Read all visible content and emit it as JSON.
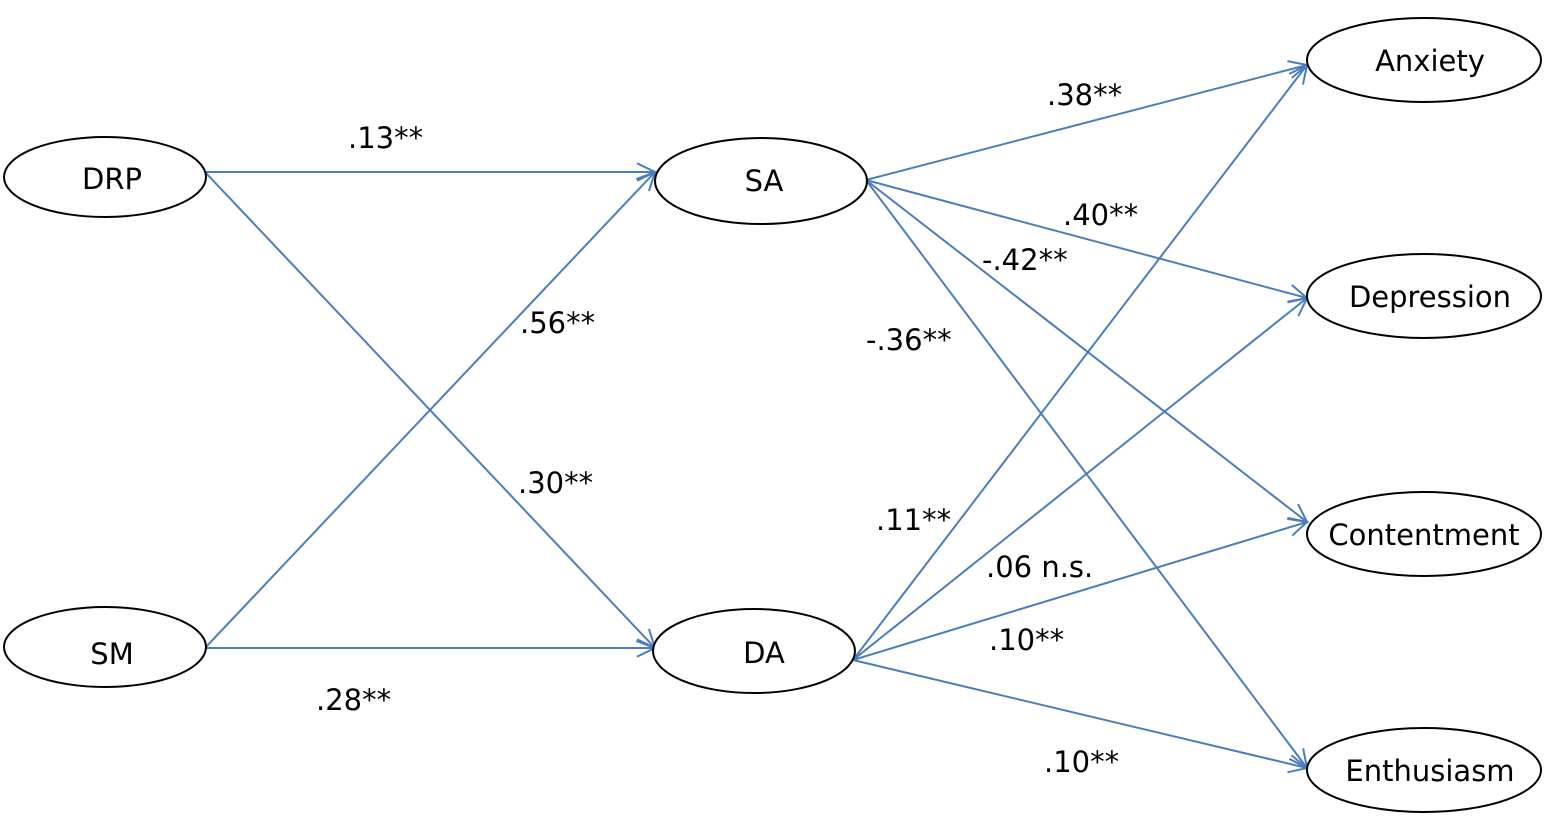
{
  "nodes": {
    "drp": {
      "label": "DRP"
    },
    "sm": {
      "label": "SM"
    },
    "sa": {
      "label": "SA"
    },
    "da": {
      "label": "DA"
    },
    "anxiety": {
      "label": "Anxiety"
    },
    "depression": {
      "label": "Depression"
    },
    "contentment": {
      "label": "Contentment"
    },
    "enthusiasm": {
      "label": "Enthusiasm"
    }
  },
  "edges": {
    "drp_sa": {
      "from": "DRP",
      "to": "SA",
      "coefficient": ".13**"
    },
    "sm_sa": {
      "from": "SM",
      "to": "SA",
      "coefficient": ".56**"
    },
    "drp_da": {
      "from": "DRP",
      "to": "DA",
      "coefficient": ".30**"
    },
    "sm_da": {
      "from": "SM",
      "to": "DA",
      "coefficient": ".28**"
    },
    "sa_anxiety": {
      "from": "SA",
      "to": "Anxiety",
      "coefficient": ".38**"
    },
    "sa_depression": {
      "from": "SA",
      "to": "Depression",
      "coefficient": ".40**"
    },
    "sa_contentment": {
      "from": "SA",
      "to": "Contentment",
      "coefficient": "-.42**"
    },
    "sa_enthusiasm": {
      "from": "SA",
      "to": "Enthusiasm",
      "coefficient": "-.36**"
    },
    "da_anxiety": {
      "from": "DA",
      "to": "Anxiety",
      "coefficient": ".11**"
    },
    "da_depression": {
      "from": "DA",
      "to": "Depression",
      "coefficient": ".06 n.s."
    },
    "da_contentment": {
      "from": "DA",
      "to": "Contentment",
      "coefficient": ".10**"
    },
    "da_enthusiasm": {
      "from": "DA",
      "to": "Enthusiasm",
      "coefficient": ".10**"
    }
  },
  "colors": {
    "path_line": "#4a7ebb",
    "node_outline": "#000000",
    "text": "#000000",
    "background": "#ffffff"
  }
}
